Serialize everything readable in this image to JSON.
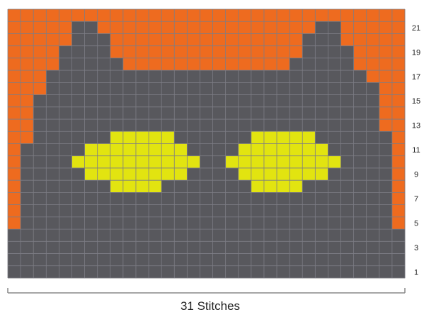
{
  "chart": {
    "stitch_label": "31 Stitches",
    "row_labels": [
      "21",
      "19",
      "17",
      "15",
      "13",
      "11",
      "9",
      "7",
      "5",
      "3",
      "1"
    ],
    "colors": {
      "O": "#ee6b1f",
      "G": "#58585d",
      "Y": "#e2e410",
      "grid": "#7d7d85",
      "bracket": "#888888"
    },
    "grid_rows": [
      "OOOOOOOOOOOOOOOOOOOOOOOOOOOOOOO",
      "OOOOOGGOOOOOOOOOOOOOOOOOGGOOOOO",
      "OOOOOGGGOOOOOOOOOOOOOOOGGGOOOOO",
      "OOOOGGGGOOOOOOOOOOOOOOOGGGGOOOO",
      "OOOOGGGGGOOOOOOOOOOOOOGGGGGOOOO",
      "OOOGGGGGGGGGGGGGGGGGGGGGGGGGOOO",
      "OOOGGGGGGGGGGGGGGGGGGGGGGGGGGOO",
      "OOGGGGGGGGGGGGGGGGGGGGGGGGGGGOO",
      "OOGGGGGGGGGGGGGGGGGGGGGGGGGGGOO",
      "OOGGGGGGGGGGGGGGGGGGGGGGGGGGGOO",
      "OOGGGGGGYYYYYGGGGGGYYYYYGGGGGGO",
      "OGGGGGYYYYYYYYGGGGYYYYYYYGGGGGO",
      "OGGGGYYYYYYYYYYGGYYYYYYYYYGGGGO",
      "OGGGGGYYYYYYYYGGGGYYYYYYYGGGGGO",
      "OGGGGGGGYYYYGGGGGGGYYYYGGGGGGGO",
      "OGGGGGGGGGGGGGGGGGGGGGGGGGGGGGO",
      "OGGGGGGGGGGGGGGGGGGGGGGGGGGGGGO",
      "OGGGGGGGGGGGGGGGGGGGGGGGGGGGGGO",
      "GGGGGGGGGGGGGGGGGGGGGGGGGGGGGGG",
      "GGGGGGGGGGGGGGGGGGGGGGGGGGGGGGG",
      "GGGGGGGGGGGGGGGGGGGGGGGGGGGGGGG",
      "GGGGGGGGGGGGGGGGGGGGGGGGGGGGGGG"
    ]
  }
}
